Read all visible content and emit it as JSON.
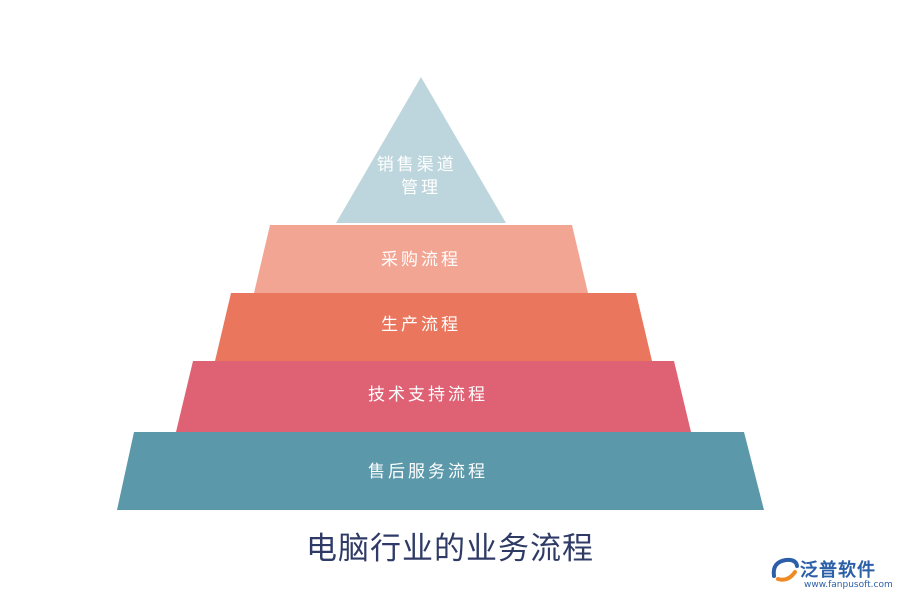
{
  "title": "电脑行业的业务流程",
  "tiers": [
    {
      "label_lines": [
        "销售渠道",
        "管理"
      ],
      "color": "#bdd5dc"
    },
    {
      "label_lines": [
        "采购流程"
      ],
      "color": "#f3a594"
    },
    {
      "label_lines": [
        "生产流程"
      ],
      "color": "#e9765d"
    },
    {
      "label_lines": [
        "技术支持流程"
      ],
      "color": "#df6174"
    },
    {
      "label_lines": [
        "售后服务流程"
      ],
      "color": "#5b98aa"
    }
  ],
  "brand": {
    "name": "泛普软件",
    "url": "www.fanpusoft.com",
    "colors": {
      "blue": "#2b5fa8",
      "orange": "#f08a24"
    }
  }
}
